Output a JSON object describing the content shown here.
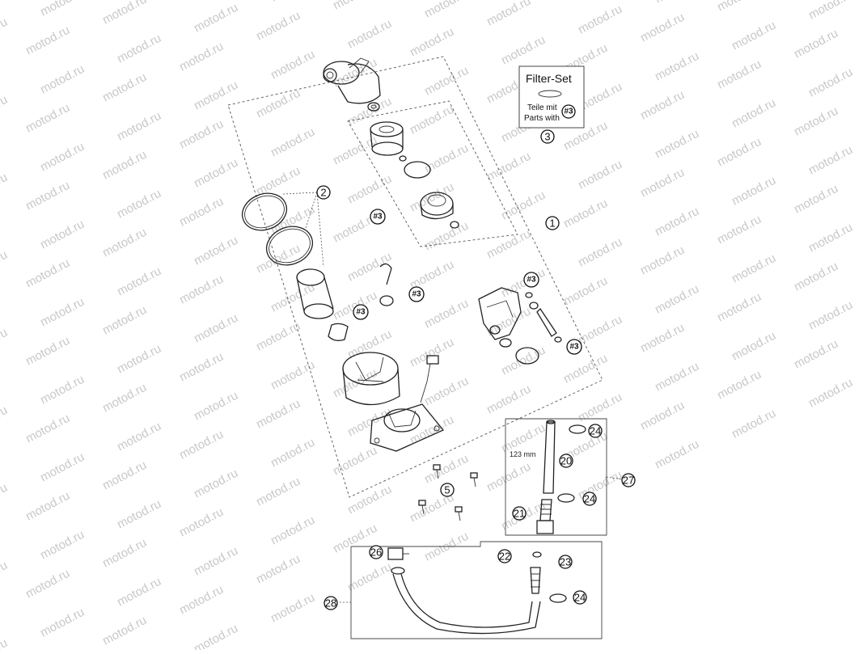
{
  "watermark": {
    "text": "motod.ru"
  },
  "filter_set": {
    "title": "Filter-Set",
    "line1": "Teile mit",
    "line2": "Parts with",
    "ref": "#3",
    "callout": "3"
  },
  "callouts": {
    "c1": "1",
    "c2": "2",
    "c5": "5",
    "c20": "20",
    "c21": "21",
    "c22": "22",
    "c23": "23",
    "c24a": "24",
    "c24b": "24",
    "c24c": "24",
    "c26": "26",
    "c27": "27",
    "c28": "28"
  },
  "refs": {
    "r1": "#3",
    "r2": "#3",
    "r3": "#3",
    "r4": "#3",
    "r5": "#3"
  },
  "hose_length_note": "123 mm"
}
